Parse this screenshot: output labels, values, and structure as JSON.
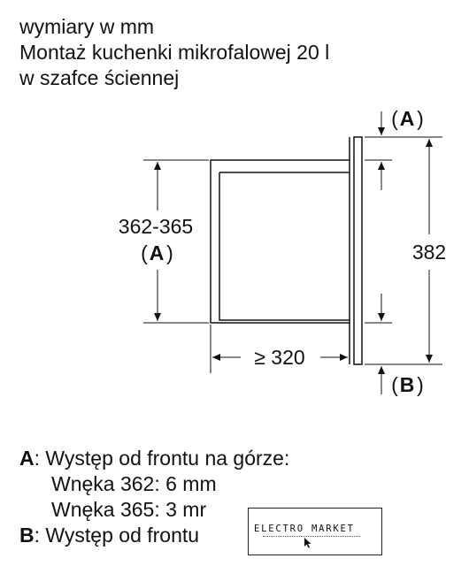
{
  "title": {
    "line1": "wymiary w mm",
    "line2": "Montaż kuchenki mikrofalowej 20 l",
    "line3": "w szafce ściennej"
  },
  "dimensions": {
    "height_range": "362-365",
    "height_ref": "A",
    "total_height": "382",
    "depth": "≥ 320",
    "top_ref": "A",
    "bottom_ref": "B"
  },
  "legend": {
    "a_key": "A",
    "a_text": ": Występ od frontu na górze:",
    "a_line2": "Wnęka 362: 6 mm",
    "a_line3": "Wnęka 365: 3 mr",
    "b_key": "B",
    "b_text": ": Występ od frontu"
  },
  "stamp": {
    "brand": "ELECTRO MARKET"
  }
}
